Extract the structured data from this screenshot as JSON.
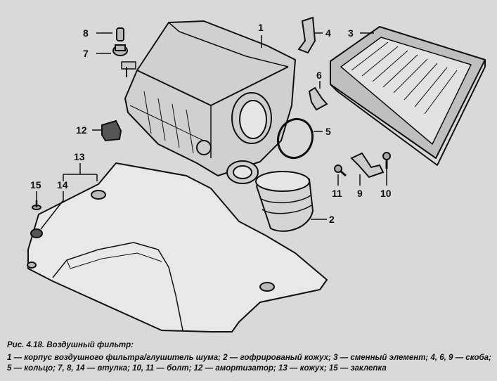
{
  "figure": {
    "labels": {
      "l1": "1",
      "l2": "2",
      "l3": "3",
      "l4": "4",
      "l5": "5",
      "l6": "6",
      "l7": "7",
      "l8": "8",
      "l9": "9",
      "l10": "10",
      "l11": "11",
      "l12": "12",
      "l13": "13",
      "l14": "14",
      "l15": "15"
    }
  },
  "caption": {
    "title": "Рис. 4.18. Воздушный фильтр:",
    "line1": "1 — корпус воздушного фильтра/глушитель шума; 2 — гофрированый кожух; 3 — сменный элемент; 4, 6, 9 — скоба;",
    "line2": "5 — кольцо; 7, 8, 14 — втулка; 10, 11 — болт; 12 — амортизатор; 13 — кожух; 15 — заклепка"
  }
}
